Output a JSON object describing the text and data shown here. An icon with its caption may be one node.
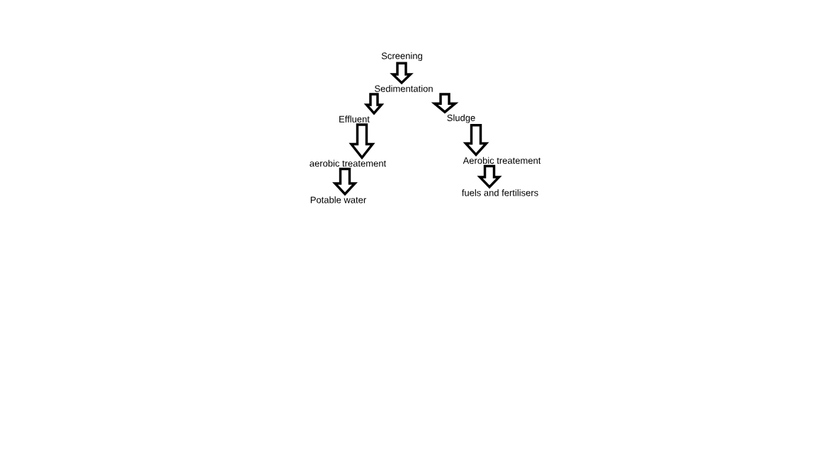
{
  "diagram": {
    "nodes": [
      {
        "text": [
          "Screening"
        ]
      },
      {
        "text": [
          "Sedimentation"
        ]
      },
      {
        "text": [
          "Effluent"
        ]
      },
      {
        "text": [
          "Sludge"
        ]
      },
      {
        "text": [
          "aerobic treatement"
        ]
      },
      {
        "text": [
          "Aerobic treatement"
        ]
      },
      {
        "text": [
          "Potable water"
        ]
      },
      {
        "text": [
          "fuels and fertilisers"
        ]
      }
    ],
    "edges": [
      {
        "from": 0,
        "to": 1,
        "arrow": "to"
      },
      {
        "from": 1,
        "to": 2,
        "arrow": "to"
      },
      {
        "from": 1,
        "to": 3,
        "arrow": "to"
      },
      {
        "from": 2,
        "to": 4,
        "arrow": "to"
      },
      {
        "from": 3,
        "to": 5,
        "arrow": "to"
      },
      {
        "from": 4,
        "to": 6,
        "arrow": "to"
      },
      {
        "from": 5,
        "to": 7,
        "arrow": "to"
      }
    ]
  }
}
